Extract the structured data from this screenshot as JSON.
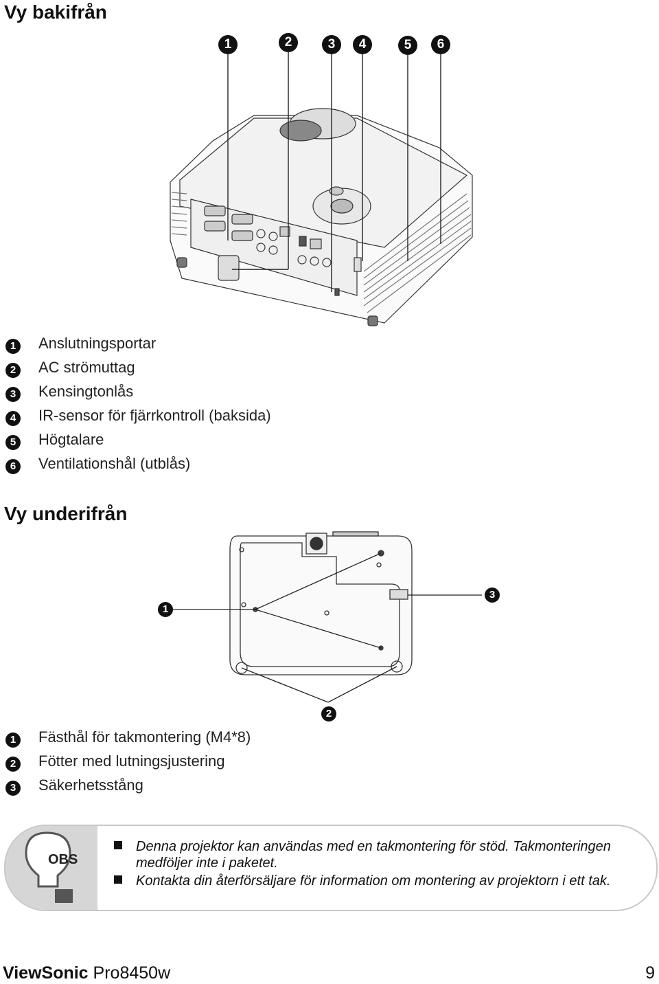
{
  "rear": {
    "title": "Vy bakifrån",
    "markers": [
      "1",
      "2",
      "3",
      "4",
      "5",
      "6"
    ],
    "legend": [
      {
        "n": "1",
        "text": "Anslutningsportar"
      },
      {
        "n": "2",
        "text": "AC strömuttag"
      },
      {
        "n": "3",
        "text": "Kensingtonlås"
      },
      {
        "n": "4",
        "text": "IR-sensor för fjärrkontroll (baksida)"
      },
      {
        "n": "5",
        "text": "Högtalare"
      },
      {
        "n": "6",
        "text": "Ventilationshål (utblås)"
      }
    ]
  },
  "bottom": {
    "title": "Vy underifrån",
    "markers": [
      "1",
      "2",
      "3"
    ],
    "legend": [
      {
        "n": "1",
        "text": "Fästhål för takmontering (M4*8)"
      },
      {
        "n": "2",
        "text": "Fötter med lutningsjustering"
      },
      {
        "n": "3",
        "text": "Säkerhetsstång"
      }
    ]
  },
  "note": {
    "badge": "OBS",
    "items": [
      "Denna projektor kan användas med en takmontering för stöd. Takmonteringen medföljer inte i paketet.",
      "Kontakta din återförsäljare för information om montering av projektorn i ett tak."
    ]
  },
  "footer": {
    "brand": "ViewSonic",
    "model": "Pro8450w",
    "page": "9"
  }
}
